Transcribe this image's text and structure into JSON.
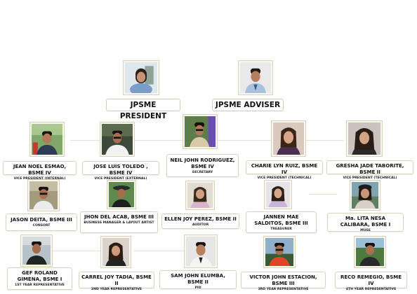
{
  "titles": {
    "president": "JPSME PRESIDENT",
    "adviser": "JPSME ADVISER"
  },
  "members": [
    {
      "name": "JEAN NOEL ESMAO, BSME IV",
      "role": "VICE PRESIDENT (INTERNAL)"
    },
    {
      "name": "JOSE LUIS TOLEDO , BSME IV",
      "role": "VICE PRESIDENT (EXTERNAL)"
    },
    {
      "name": "NEIL JOHN RODRIGUEZ, BSME IV",
      "role": "SECRETARY"
    },
    {
      "name": "CHARIE LYN RUIZ, BSME IV",
      "role": "VICE PRESIDENT (TECHNICAL)"
    },
    {
      "name": "GRESHA JADE TABORITE, BSME II",
      "role": "VICE PRESIDENT (TECHNICAL)"
    },
    {
      "name": "JASON DEITA, BSME III",
      "role": "CONSORT"
    },
    {
      "name": "JHON DEL ACAB, BSME III",
      "role": "BUSINESS MANAGER & LAYOUT ARTIST"
    },
    {
      "name": "ELLEN JOY PEREZ, BSME II",
      "role": "AUDITOR"
    },
    {
      "name": "JANNEN MAE SALDITOS, BSME III",
      "role": "TREASURER"
    },
    {
      "name": "Ma. LITA NESA CALIBARA, BSME I",
      "role": "MUSE"
    },
    {
      "name": "GEF ROLAND GIMENA, BSME I",
      "role": "1ST YEAR REPRESENTATIVE"
    },
    {
      "name": "CARREL JOY TADIA, BSME II",
      "role": "2ND YEAR REPRESENTATIVE"
    },
    {
      "name": "SAM JOHN ELUMBA, BSME II",
      "role": "PIO"
    },
    {
      "name": "VICTOR JOHN ESTACION, BSME III",
      "role": "3RD YEAR REPRESENTATIVE"
    },
    {
      "name": "RECO REMEGIO, BSME IV",
      "role": "4TH YEAR REPRESENTATIVE"
    }
  ]
}
